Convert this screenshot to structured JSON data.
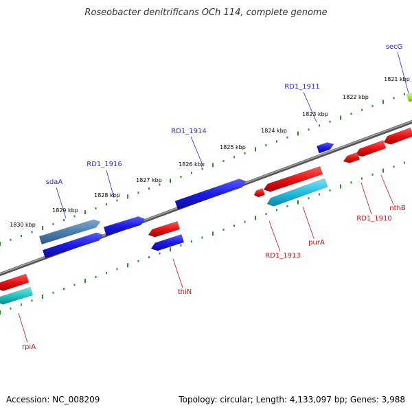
{
  "title": "Roseobacter denitrificans OCh 114, complete genome",
  "footer": {
    "accession": "Accession: NC_008209",
    "summary": "Topology: circular; Length: 4,133,097 bp; Genes: 3,988"
  },
  "colors": {
    "backbone": "#888888",
    "tick": "#2f8a2f",
    "forward_label": "#2b2bd4",
    "reverse_label": "#cc1111",
    "blue": "#1a1ae6",
    "steel": "#4a7fb0",
    "red": "#ee1111",
    "cyan": "#22c0e0",
    "teal": "#22c4c4",
    "lime": "#a6ee22"
  },
  "scale": {
    "kbp_labels": [
      "1821 kbp",
      "1822 kbp",
      "1823 kbp",
      "1824 kbp",
      "1825 kbp",
      "1826 kbp",
      "1827 kbp",
      "1828 kbp",
      "1829 kbp",
      "1830 kbp"
    ]
  },
  "gene_labels": {
    "forward": [
      "secG",
      "RD1_1911",
      "RD1_1914",
      "RD1_1916",
      "sdaA"
    ],
    "reverse": [
      "nthB",
      "RD1_1910",
      "purA",
      "RD1_1913",
      "thiN",
      "rpiA"
    ]
  }
}
